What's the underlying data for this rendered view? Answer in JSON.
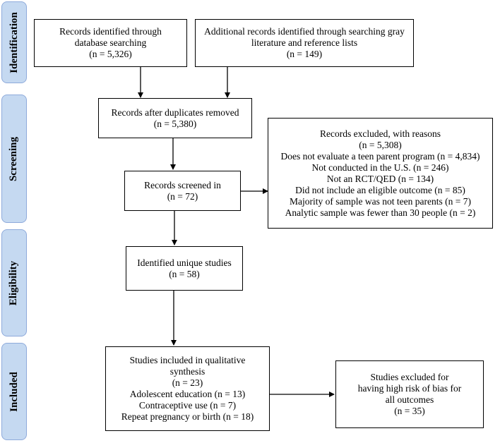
{
  "phases": {
    "identification": "Identification",
    "screening": "Screening",
    "eligibility": "Eligibility",
    "included": "Included"
  },
  "boxes": {
    "database": {
      "line1": "Records identified through",
      "line2": "database searching",
      "line3": "(n =   5,326)"
    },
    "additional": {
      "line1": "Additional records identified through searching gray",
      "line2": "literature and reference lists",
      "line3": "(n =   149)"
    },
    "after_duplicates": {
      "line1": "Records after duplicates removed",
      "line2": "(n = 5,380)"
    },
    "screened_in": {
      "line1": "Records screened in",
      "line2": "(n = 72)"
    },
    "excluded": {
      "line1": "Records excluded, with reasons",
      "line2": "(n =    5,308)",
      "line3": "Does not evaluate a teen parent program (n = 4,834)",
      "line4": "Not conducted in the U.S. (n = 246)",
      "line5": "Not an RCT/QED (n = 134)",
      "line6": "Did not include an eligible outcome (n = 85)",
      "line7": "Majority of sample was not teen parents (n = 7)",
      "line8": "Analytic sample was fewer than 30 people (n = 2)"
    },
    "unique_studies": {
      "line1": "Identified unique studies",
      "line2": "(n = 58)"
    },
    "included": {
      "line1": "Studies included in qualitative",
      "line2": "synthesis",
      "line3": "(n = 23)",
      "line4": "Adolescent education (n = 13)",
      "line5": "Contraceptive use (n = 7)",
      "line6": "Repeat pregnancy or birth (n = 18)"
    },
    "high_bias": {
      "line1": "Studies excluded for",
      "line2": "having high risk of bias for",
      "line3": "all outcomes",
      "line4": "(n = 35)"
    }
  }
}
